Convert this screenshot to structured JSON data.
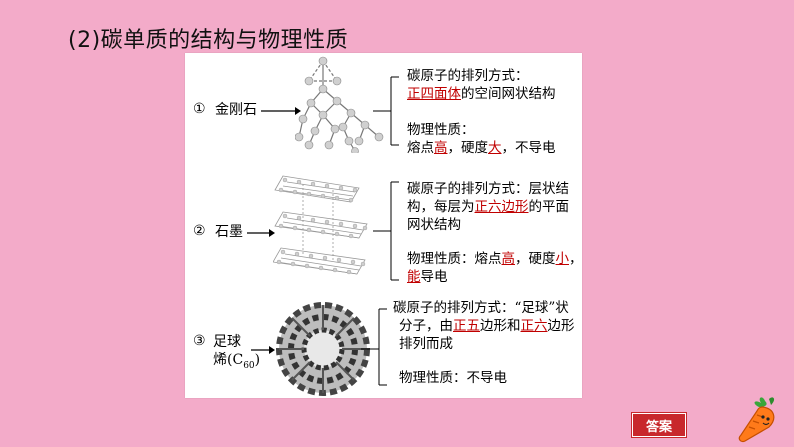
{
  "heading": "(2)碳单质的结构与物理性质",
  "rows": [
    {
      "num": "①",
      "label": "金刚石",
      "arrangement_prefix": "碳原子的排列方式：",
      "arrangement_hl": "正四面体",
      "arrangement_suffix": "的空间网状结构",
      "prop_title": "物理性质：",
      "prop_a": "熔点",
      "prop_a_hl": "高",
      "prop_b": "，硬度",
      "prop_b_hl": "大",
      "prop_c": "，不导电"
    },
    {
      "num": "②",
      "label": "石墨",
      "line1": "碳原子的排列方式：层状结",
      "line2_a": "构，每层为",
      "line2_hl": "正六边形",
      "line2_b": "的平面",
      "line3": "网状结构",
      "prop_a": "物理性质：熔点",
      "prop_a_hl": "高",
      "prop_b": "，硬度",
      "prop_b_hl": "小",
      "prop_c": "，",
      "prop_d_hl": "能",
      "prop_e": "导电"
    },
    {
      "num": "③",
      "label_line1": "足球",
      "label_line2": "烯(C",
      "label_sub": "60",
      "label_end": ")",
      "line1": "碳原子的排列方式：“足球”状",
      "line2_a": "分子，由",
      "line2_hl1": "正五",
      "line2_b": "边形和",
      "line2_hl2": "正六",
      "line2_c": "边形",
      "line3": "排列而成",
      "prop": "物理性质：不导电"
    }
  ],
  "answer_button": "答案",
  "colors": {
    "background": "#f3abc9",
    "highlight": "#c00000",
    "button": "#c8282c"
  }
}
